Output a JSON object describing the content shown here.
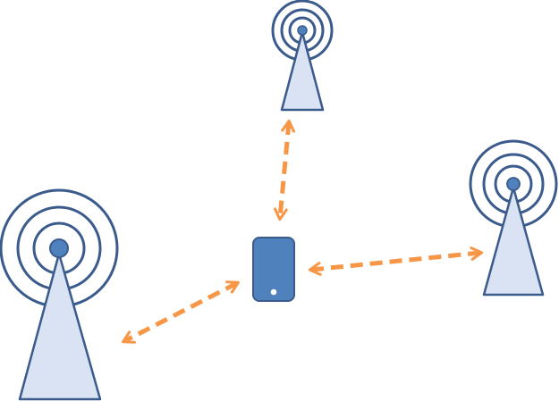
{
  "diagram": {
    "description_nodes": [
      {
        "id": "tower-left",
        "kind": "cell-tower",
        "icon": "cell-tower-icon"
      },
      {
        "id": "tower-top",
        "kind": "cell-tower",
        "icon": "cell-tower-icon"
      },
      {
        "id": "tower-right",
        "kind": "cell-tower",
        "icon": "cell-tower-icon"
      },
      {
        "id": "phone",
        "kind": "mobile-device",
        "icon": "smartphone-icon"
      }
    ],
    "links": [
      {
        "from": "phone",
        "to": "tower-left",
        "style": "dashed",
        "bidirectional": true
      },
      {
        "from": "phone",
        "to": "tower-top",
        "style": "dashed",
        "bidirectional": true
      },
      {
        "from": "phone",
        "to": "tower-right",
        "style": "dashed",
        "bidirectional": true
      }
    ],
    "colors": {
      "tower_stroke": "#3B5B8C",
      "tower_fill": "#DAE3F3",
      "tower_dot": "#4F81BD",
      "phone_fill": "#4F81BD",
      "phone_stroke": "#3B5B8C",
      "arrow": "#F79646"
    }
  }
}
